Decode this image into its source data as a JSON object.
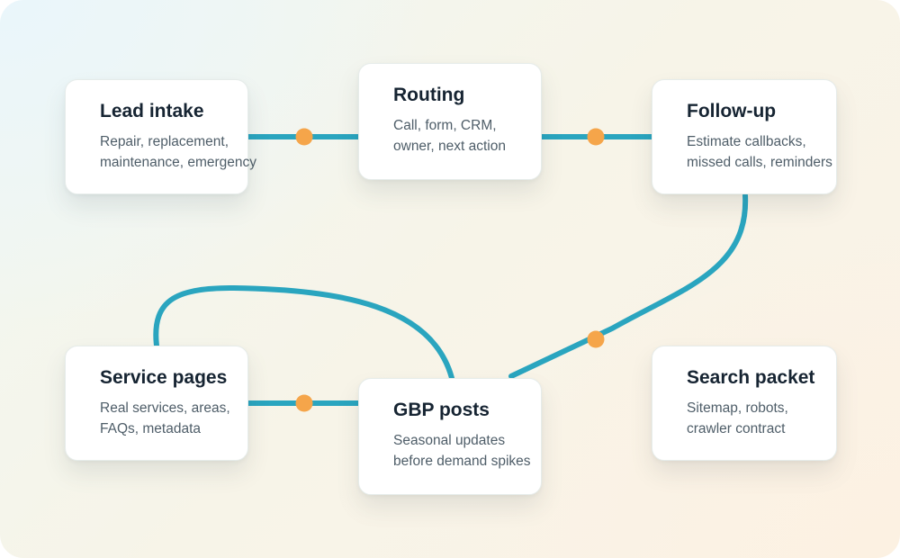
{
  "colors": {
    "connector": "#2aa5bf",
    "dot": "#f5a54a",
    "title": "#162432",
    "text": "#4e5d68",
    "card": "#ffffff"
  },
  "nodes": [
    {
      "id": "lead-intake",
      "title": "Lead intake",
      "lines": [
        "Repair, replacement,",
        "maintenance, emergency"
      ]
    },
    {
      "id": "routing",
      "title": "Routing",
      "lines": [
        "Call, form, CRM,",
        "owner, next action"
      ]
    },
    {
      "id": "follow-up",
      "title": "Follow-up",
      "lines": [
        "Estimate callbacks,",
        "missed calls, reminders"
      ]
    },
    {
      "id": "service-pages",
      "title": "Service pages",
      "lines": [
        "Real services, areas,",
        "FAQs, metadata"
      ]
    },
    {
      "id": "gbp-posts",
      "title": "GBP posts",
      "lines": [
        "Seasonal updates",
        "before demand spikes"
      ]
    },
    {
      "id": "search-packet",
      "title": "Search packet",
      "lines": [
        "Sitemap, robots,",
        "crawler contract"
      ]
    }
  ],
  "edges": [
    {
      "from": "lead-intake",
      "to": "routing"
    },
    {
      "from": "routing",
      "to": "follow-up"
    },
    {
      "from": "follow-up",
      "to": "gbp-posts"
    },
    {
      "from": "gbp-posts",
      "to": "service-pages"
    },
    {
      "from": "service-pages",
      "to": "gbp-posts"
    }
  ]
}
